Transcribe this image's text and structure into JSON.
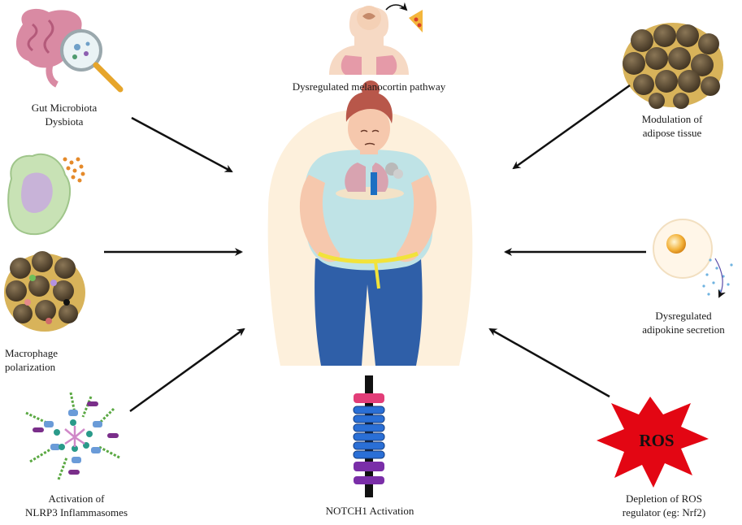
{
  "labels": {
    "gut_line1": "Gut Microbiota",
    "gut_line2": "Dysbiota",
    "melanocortin": "Dysregulated melanocortin pathway",
    "adipose_line1": "Modulation of",
    "adipose_line2": "adipose tissue",
    "macrophage_line1": "Macrophage",
    "macrophage_line2": "polarization",
    "adipokine_line1": "Dysregulated",
    "adipokine_line2": "adipokine secretion",
    "nlrp3_line1": "Activation of",
    "nlrp3_line2": "NLRP3 Inflammasomes",
    "notch": "NOTCH1 Activation",
    "ros_line1": "Depletion of ROS",
    "ros_line2": "regulator (eg: Nrf2)",
    "ros_badge": "ROS"
  },
  "colors": {
    "background_blob": "#fdf0dc",
    "shirt": "#bfe3e6",
    "jeans": "#2f5fa8",
    "skin": "#f6c8ad",
    "hair": "#b8574a",
    "fat_cell": "#5b4a32",
    "fat_rim": "#d8b35a",
    "ros_star": "#e30613",
    "notch_blue": "#2a6fd6",
    "notch_pink": "#e23d78",
    "notch_purple": "#7a2ea8",
    "arrow": "#111111"
  }
}
